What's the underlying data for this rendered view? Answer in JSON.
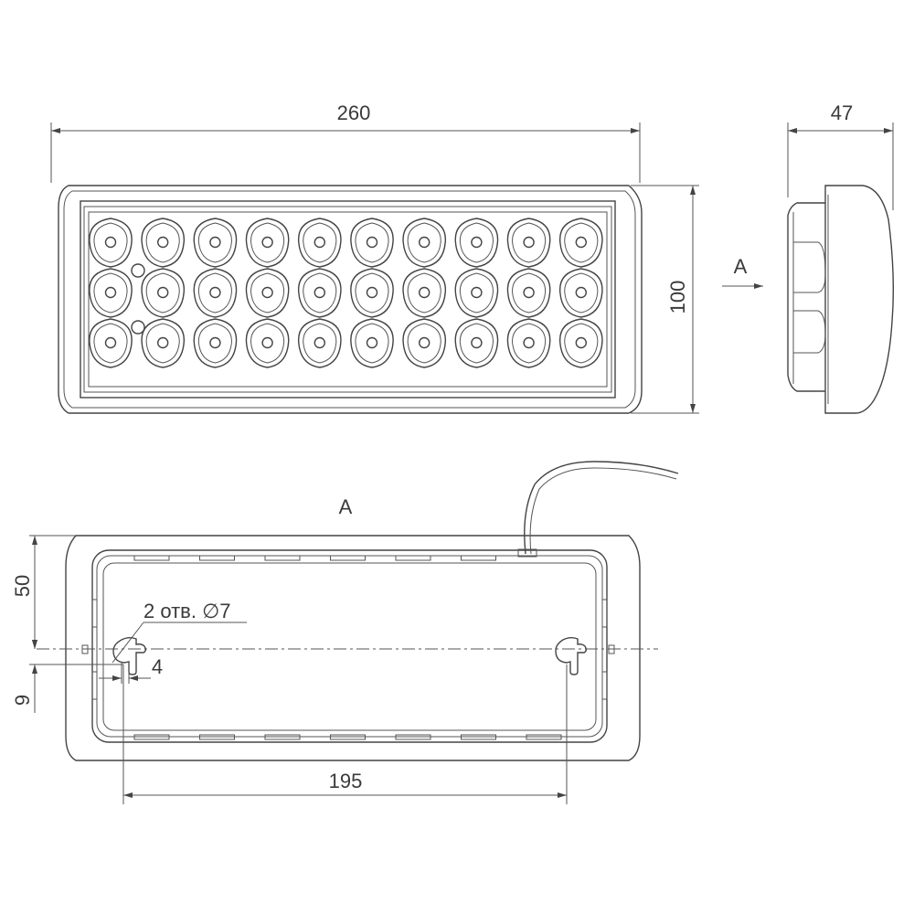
{
  "dimensions": {
    "length": "260",
    "depth": "47",
    "height": "100",
    "mount_from_top": "50",
    "hole_offset": "9",
    "slot_offset": "4",
    "hole_spacing": "195"
  },
  "labels": {
    "view_arrow": "A",
    "view_title": "A",
    "holes_note": "2 отв. ∅7"
  },
  "led_grid": {
    "rows": 3,
    "columns": 10
  },
  "colors": {
    "line": "#444444",
    "text": "#3a3a3a",
    "background": "#ffffff"
  }
}
